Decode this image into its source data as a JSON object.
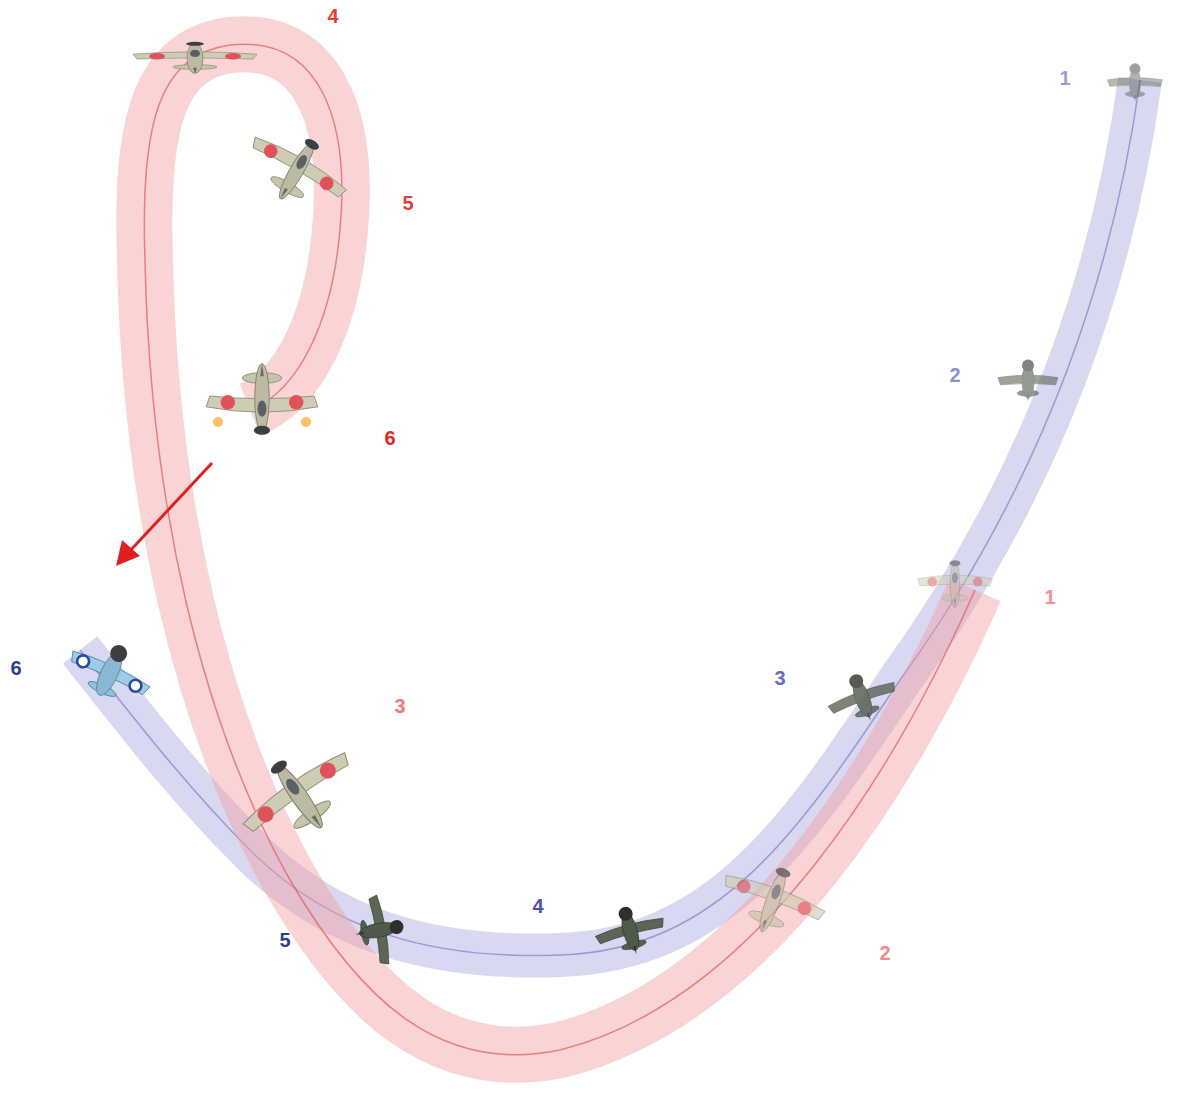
{
  "diagram": {
    "labels": [
      "4",
      "1",
      "5",
      "2",
      "6",
      "1",
      "6",
      "3",
      "3",
      "4",
      "5",
      "2"
    ]
  }
}
